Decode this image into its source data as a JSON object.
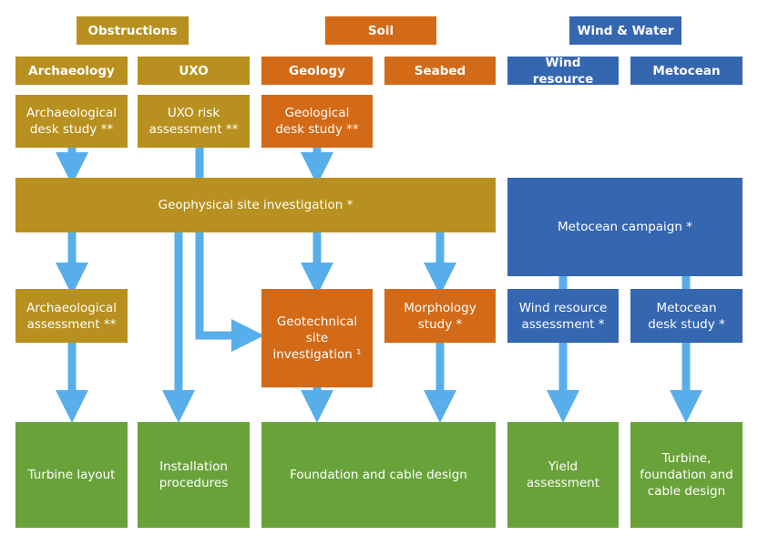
{
  "groups": {
    "obstructions": "Obstructions",
    "soil": "Soil",
    "wind_water": "Wind & Water"
  },
  "categories": {
    "archaeology": "Archaeology",
    "uxo": "UXO",
    "geology": "Geology",
    "seabed": "Seabed",
    "wind_resource": "Wind resource",
    "metocean": "Metocean"
  },
  "desk_studies": {
    "archaeological": "Archaeological\ndesk study **",
    "uxo_risk": "UXO risk\nassessment **",
    "geological": "Geological\ndesk study **"
  },
  "investigations": {
    "geophysical": "Geophysical site investigation *",
    "metocean_campaign": "Metocean campaign *"
  },
  "assessments": {
    "archaeological": "Archaeological\nassessment **",
    "geotechnical": "Geotechnical site\ninvestigation ¹",
    "morphology": "Morphology\nstudy *",
    "wind_resource": "Wind resource\nassessment *",
    "metocean_desk": "Metocean\ndesk study *"
  },
  "outcomes": {
    "turbine_layout": "Turbine layout",
    "installation": "Installation\nprocedures",
    "foundation_cable": "Foundation and cable design",
    "yield": "Yield assessment",
    "turbine_foundation_cable": "Turbine,\nfoundation and\ncable design"
  },
  "colors": {
    "gold": "#b7901f",
    "orange": "#d26a17",
    "blue": "#3566b0",
    "green": "#6aa23a",
    "arrow": "#58aeea"
  }
}
